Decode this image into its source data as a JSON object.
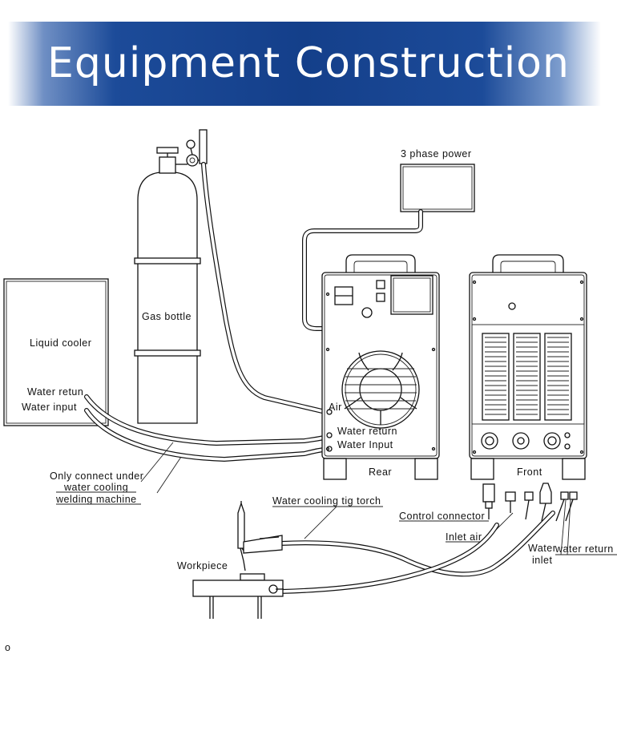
{
  "title": "Equipment Construction",
  "labels": {
    "three_phase_power": "3 phase power",
    "gas_bottle": "Gas bottle",
    "liquid_cooler": "Liquid cooler",
    "cooler_water_return": "Water retun",
    "cooler_water_input": "Water input",
    "air": "Air",
    "rear_water_return": "Water return",
    "rear_water_input": "Water Input",
    "rear": "Rear",
    "front": "Front",
    "note_line1": "Only connect under",
    "note_line2": "water cooling",
    "note_line3": "welding machine",
    "torch": "Water cooling tig torch",
    "control_connector": "Control connector",
    "inlet_air": "Inlet air",
    "water_inlet_line1": "Water",
    "water_inlet_line2": "inlet",
    "front_water_return": "water return",
    "workpiece": "Workpiece",
    "footnote": "o"
  }
}
